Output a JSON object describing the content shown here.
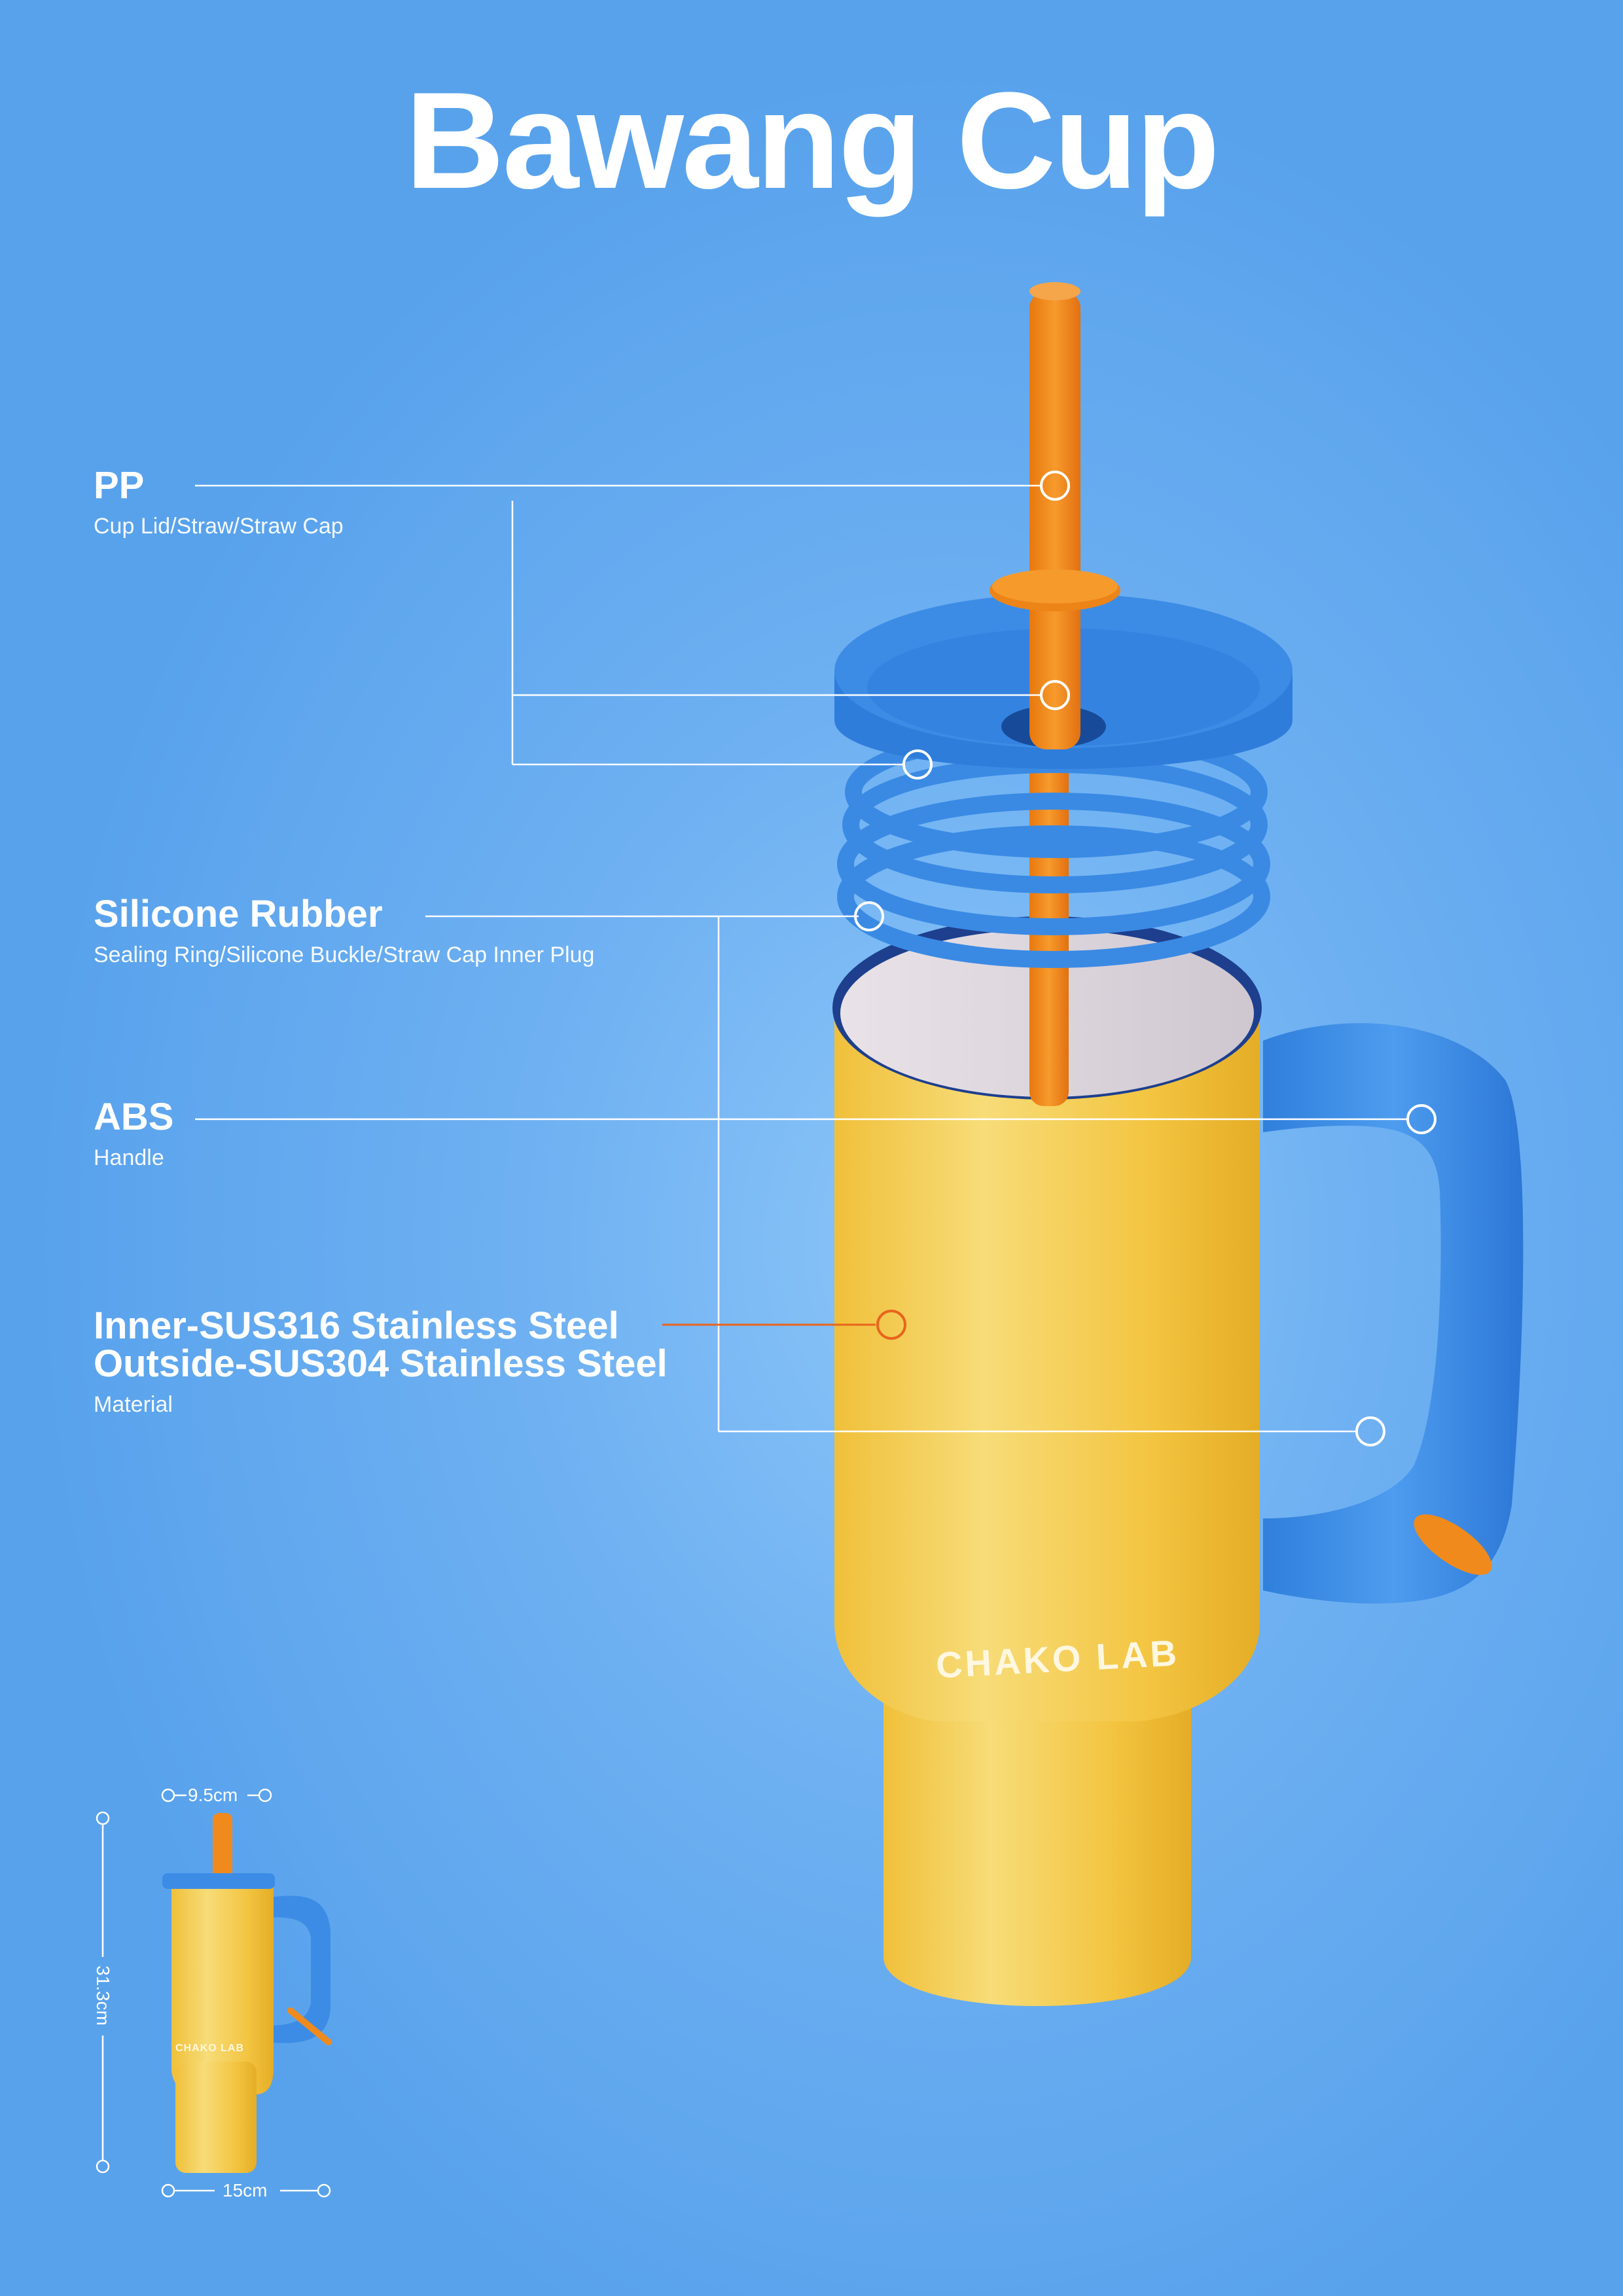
{
  "title": "Bawang Cup",
  "callouts": [
    {
      "name": "PP",
      "desc": "Cup Lid/Straw/Straw Cap"
    },
    {
      "name": "Silicone Rubber",
      "desc": "Sealing Ring/Silicone Buckle/Straw Cap Inner Plug"
    },
    {
      "name": "ABS",
      "desc": "Handle"
    },
    {
      "name_line1": "Inner-SUS316 Stainless Steel",
      "name_line2": "Outside-SUS304 Stainless Steel",
      "desc": "Material"
    }
  ],
  "dimensions": {
    "top_width": "9.5cm",
    "height": "31.3cm",
    "bottom_width": "15cm"
  },
  "brand": "CHAKO LAB",
  "colors": {
    "background": "#5aa3ec",
    "cup_yellow": "#f4c43c",
    "blue": "#3c8ce6",
    "orange": "#f08a1c",
    "leader_line": "#ffffff",
    "leader_accent": "#e8641e"
  }
}
